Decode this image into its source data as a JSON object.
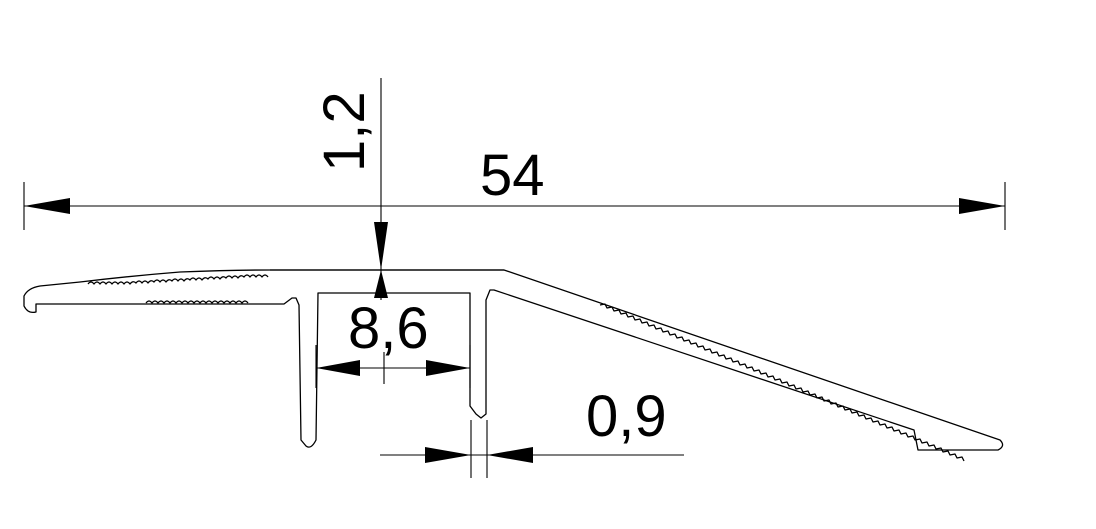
{
  "dimensions": {
    "overall_width": "54",
    "top_thickness": "1,2",
    "channel_width": "8,6",
    "wall_thickness": "0,9"
  }
}
